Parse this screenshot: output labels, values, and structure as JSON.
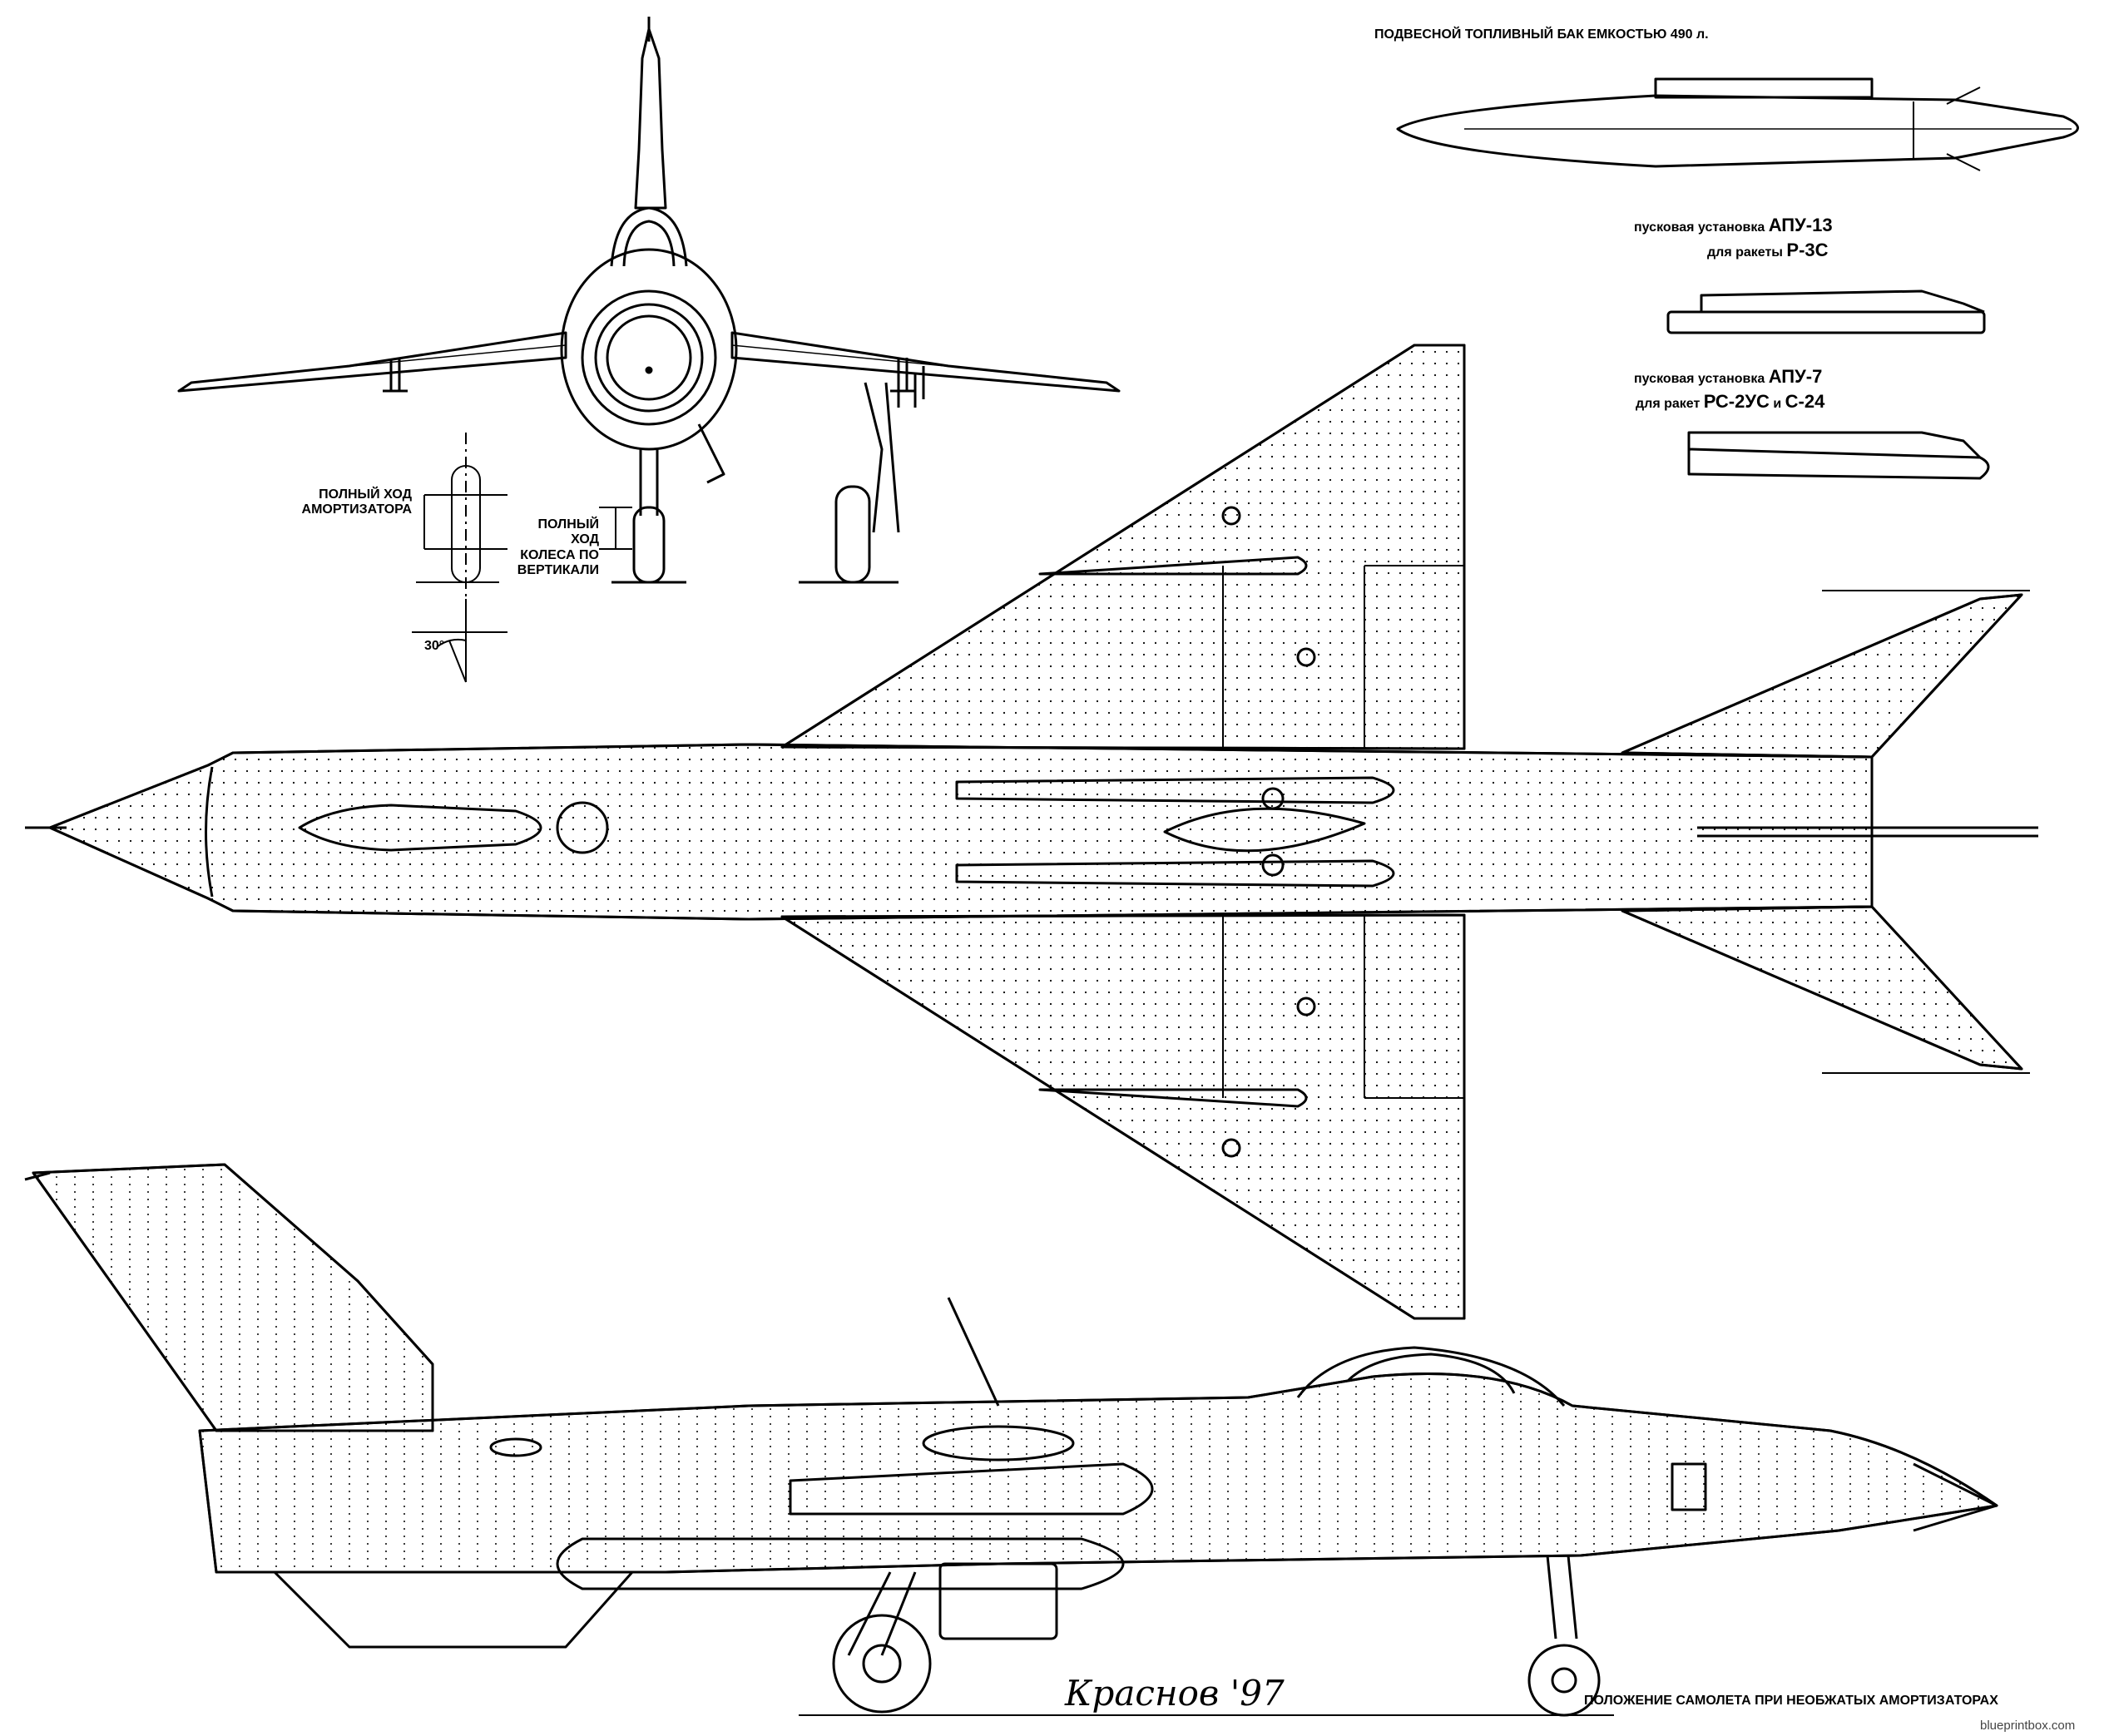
{
  "labels": {
    "fuel_tank": "ПОДВЕСНОЙ ТОПЛИВНЫЙ БАК ЕМКОСТЬЮ 490 л.",
    "apu13_line1_small": "пусковая установка",
    "apu13_line1_large": "АПУ-13",
    "apu13_line2_small": "для ракеты",
    "apu13_line2_large": "Р-3С",
    "apu7_line1_small": "пусковая установка",
    "apu7_line1_large": "АПУ-7",
    "apu7_line2_small": "для ракет",
    "apu7_line2_large1": "РС-2УС",
    "apu7_line2_small2": "и",
    "apu7_line2_large2": "С-24",
    "shock_travel_1": "ПОЛНЫЙ ХОД",
    "shock_travel_2": "АМОРТИЗАТОРА",
    "wheel_travel_1": "ПОЛНЫЙ",
    "wheel_travel_2": "ХОД",
    "wheel_travel_3": "КОЛЕСА ПО",
    "wheel_travel_4": "ВЕРТИКАЛИ",
    "angle": "30°",
    "position_note": "ПОЛОЖЕНИЕ САМОЛЕТА ПРИ НЕОБЖАТЫХ АМОРТИЗАТОРАХ",
    "signature": "Краснов '97",
    "watermark": "blueprintbox.com"
  },
  "colors": {
    "ink": "#000000",
    "paper": "#ffffff"
  }
}
